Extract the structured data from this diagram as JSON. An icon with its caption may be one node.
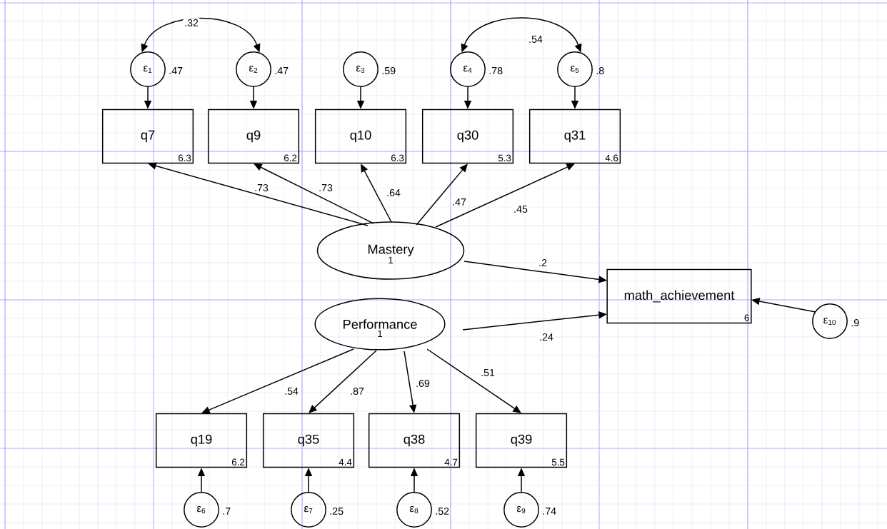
{
  "diagram": {
    "nodes": [
      {
        "text": [
          "ε$_{1}$"
        ],
        "beside": [
          ".47"
        ]
      },
      {
        "text": [
          "ε$_{2}$"
        ],
        "beside": [
          ".47"
        ]
      },
      {
        "text": [
          "ε$_{3}$"
        ],
        "beside": [
          ".59"
        ]
      },
      {
        "text": [
          "ε$_{4}$"
        ],
        "beside": [
          ".78"
        ]
      },
      {
        "text": [
          "ε$_{5}$"
        ],
        "beside": [
          ".8"
        ]
      },
      {
        "text": [
          "q7",
          "6.3"
        ]
      },
      {
        "text": [
          "q9",
          "6.2"
        ]
      },
      {
        "text": [
          "q10",
          "6.3"
        ]
      },
      {
        "text": [
          "q30",
          "5.3"
        ]
      },
      {
        "text": [
          "q31",
          "4.6"
        ]
      },
      {
        "text": [
          "Mastery",
          "1"
        ]
      },
      {
        "text": [
          "math_achievement",
          "6"
        ]
      },
      {
        "text": [
          "Performance",
          "1"
        ]
      },
      {
        "text": [
          "q19",
          "6.2"
        ]
      },
      {
        "text": [
          "q35",
          "4.4"
        ]
      },
      {
        "text": [
          "q38",
          "4.7"
        ]
      },
      {
        "text": [
          "q39",
          "5.5"
        ]
      },
      {
        "text": [
          "ε$_{6}$"
        ],
        "beside": [
          ".7"
        ]
      },
      {
        "text": [
          "ε$_{7}$"
        ],
        "beside": [
          ".25"
        ]
      },
      {
        "text": [
          "ε$_{8}$"
        ],
        "beside": [
          ".52"
        ]
      },
      {
        "text": [
          "ε$_{9}$"
        ],
        "beside": [
          ".74"
        ]
      },
      {
        "text": [
          "ε$_{10}$"
        ],
        "beside": [
          ".9"
        ]
      }
    ],
    "edges": [
      {
        "from": 0,
        "to": 1,
        "arrow": "both",
        "label": ".32"
      },
      {
        "from": 3,
        "to": 4,
        "arrow": "both",
        "label": ".54"
      },
      {
        "from": 0,
        "to": 5,
        "arrow": "to"
      },
      {
        "from": 1,
        "to": 6,
        "arrow": "to"
      },
      {
        "from": 2,
        "to": 7,
        "arrow": "to"
      },
      {
        "from": 3,
        "to": 8,
        "arrow": "to"
      },
      {
        "from": 4,
        "to": 9,
        "arrow": "to"
      },
      {
        "from": 10,
        "to": 5,
        "arrow": "to",
        "label": ".73"
      },
      {
        "from": 10,
        "to": 6,
        "arrow": "to",
        "label": ".73"
      },
      {
        "from": 10,
        "to": 7,
        "arrow": "to",
        "label": ".64"
      },
      {
        "from": 10,
        "to": 8,
        "arrow": "to",
        "label": ".47"
      },
      {
        "from": 10,
        "to": 9,
        "arrow": "to",
        "label": ".45"
      },
      {
        "from": 10,
        "to": 11,
        "arrow": "to",
        "label": ".2"
      },
      {
        "from": 12,
        "to": 11,
        "arrow": "to",
        "label": ".24"
      },
      {
        "from": 12,
        "to": 13,
        "arrow": "to",
        "label": ".54"
      },
      {
        "from": 12,
        "to": 14,
        "arrow": "to",
        "label": ".87"
      },
      {
        "from": 12,
        "to": 15,
        "arrow": "to",
        "label": ".69"
      },
      {
        "from": 12,
        "to": 16,
        "arrow": "to",
        "label": ".51"
      },
      {
        "from": 17,
        "to": 13,
        "arrow": "to"
      },
      {
        "from": 18,
        "to": 14,
        "arrow": "to"
      },
      {
        "from": 19,
        "to": 15,
        "arrow": "to"
      },
      {
        "from": 20,
        "to": 16,
        "arrow": "to"
      },
      {
        "from": 21,
        "to": 11,
        "arrow": "to"
      }
    ]
  }
}
